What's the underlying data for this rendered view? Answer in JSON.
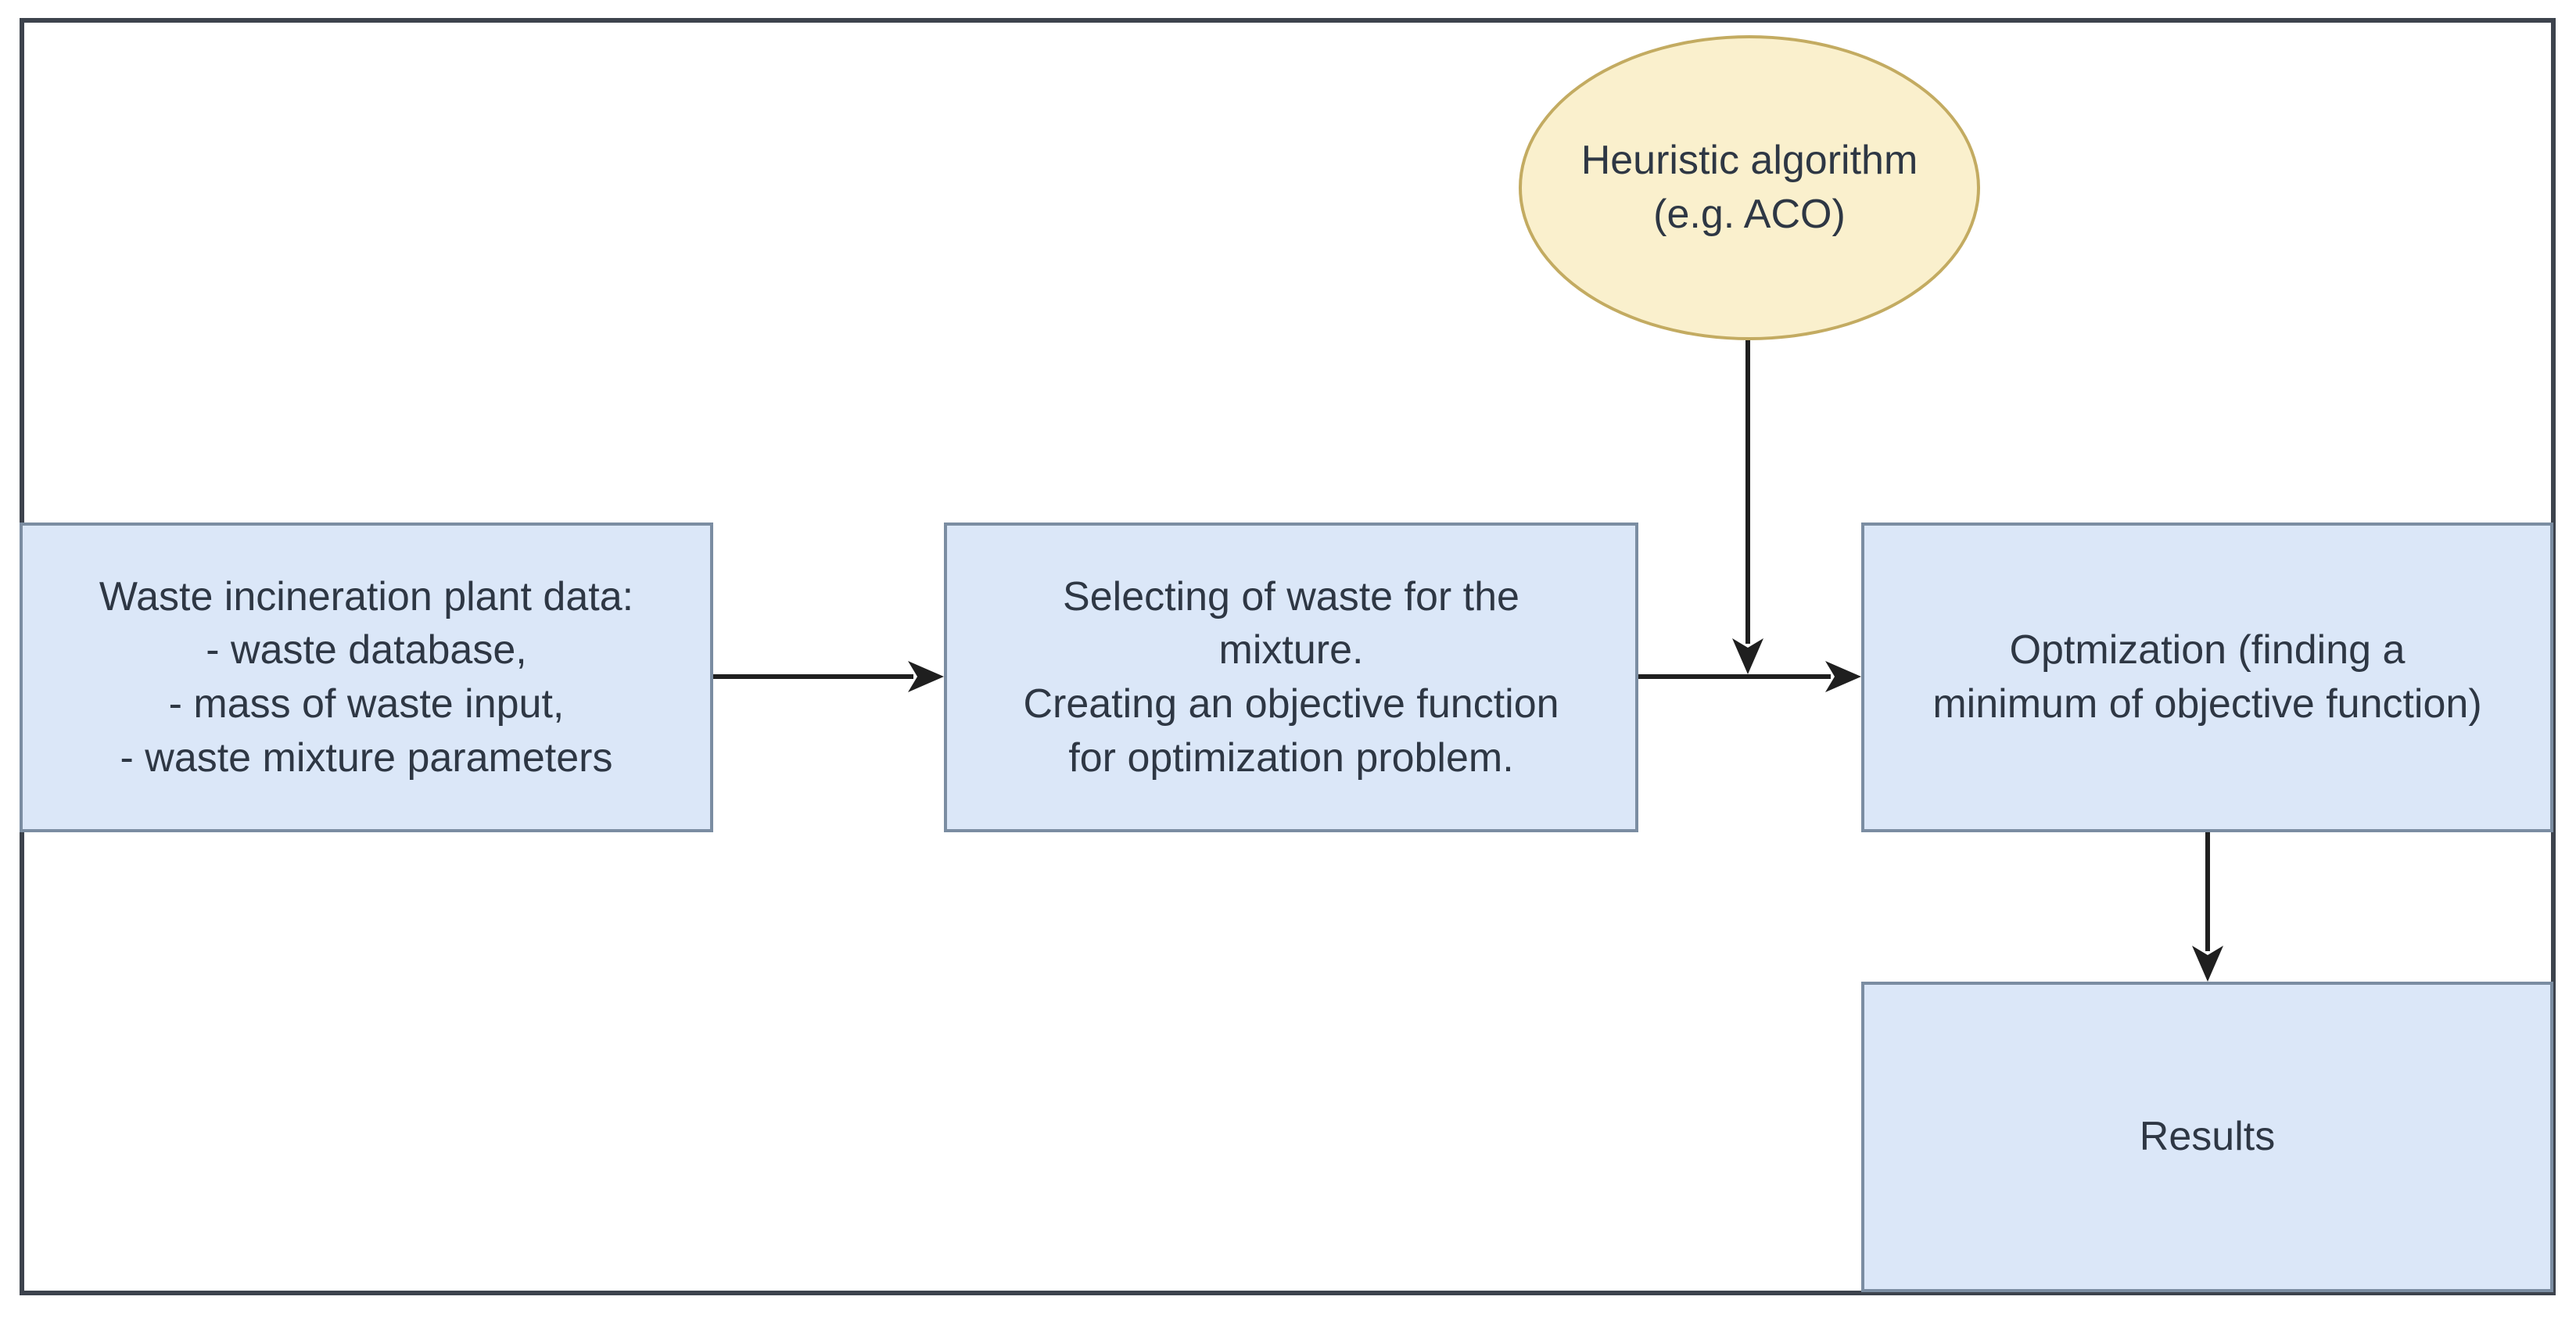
{
  "diagram": {
    "type": "flowchart",
    "nodes": {
      "heuristic": {
        "shape": "ellipse",
        "label": "Heuristic algorithm\n(e.g. ACO)",
        "fill": "#faf0cd",
        "stroke": "#c3ab61"
      },
      "plant_data": {
        "shape": "rectangle",
        "label": "Waste incineration plant data:\n- waste database,\n- mass of waste input,\n- waste mixture parameters",
        "fill": "#dbe7f8",
        "stroke": "#7b8da2"
      },
      "selecting": {
        "shape": "rectangle",
        "label": "Selecting of waste for the\nmixture.\nCreating an objective function\nfor optimization problem.",
        "fill": "#dbe7f8",
        "stroke": "#7b8da2"
      },
      "optimization": {
        "shape": "rectangle",
        "label": "Optmization (finding a\nminimum of objective function)",
        "fill": "#dbe7f8",
        "stroke": "#7b8da2"
      },
      "results": {
        "shape": "rectangle",
        "label": "Results",
        "fill": "#dbe7f8",
        "stroke": "#7b8da2"
      }
    },
    "edges": [
      {
        "from": "plant_data",
        "to": "selecting",
        "style": "arrow"
      },
      {
        "from": "selecting",
        "to": "optimization",
        "style": "arrow"
      },
      {
        "from": "heuristic",
        "to": "selecting-optimization-connector",
        "style": "arrow"
      },
      {
        "from": "optimization",
        "to": "results",
        "style": "arrow"
      }
    ],
    "colors": {
      "background": "#ffffff",
      "outer_border": "#3d434d",
      "arrow": "#1f1f1f",
      "text": "#2e3744"
    }
  }
}
